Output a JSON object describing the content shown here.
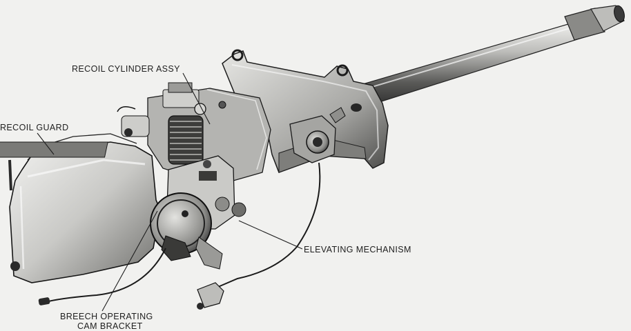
{
  "callouts": {
    "recoil_cylinder": "RECOIL CYLINDER ASSY",
    "recoil_guard": "RECOIL GUARD",
    "elevating_mechanism": "ELEVATING MECHANISM",
    "breech_cam_line1": "BREECH OPERATING",
    "breech_cam_line2": "CAM BRACKET"
  },
  "colors": {
    "background": "#f1f1ef",
    "metal_light": "#d9d9d6",
    "metal_mid": "#9a9a97",
    "metal_dark": "#2e2e2e",
    "ink": "#1e1e1e"
  }
}
